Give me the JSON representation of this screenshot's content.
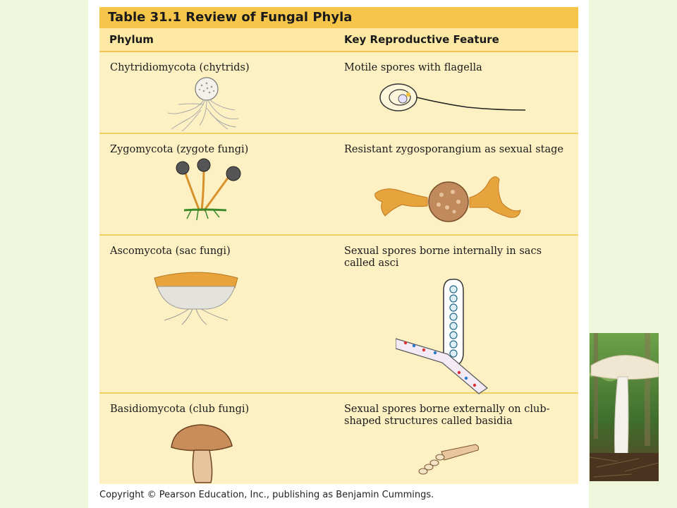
{
  "table": {
    "title": "Table 31.1 Review of Fungal Phyla",
    "headers": {
      "phylum": "Phylum",
      "feature": "Key Reproductive Feature"
    },
    "rows": [
      {
        "phylum": "Chytridiomycota (chytrids)",
        "feature": "Motile spores with flagella"
      },
      {
        "phylum": "Zygomycota (zygote fungi)",
        "feature": "Resistant zygosporangium as sexual stage"
      },
      {
        "phylum": "Ascomycota (sac fungi)",
        "feature": "Sexual spores borne internally in sacs called asci"
      },
      {
        "phylum": "Basidiomycota (club fungi)",
        "feature": "Sexual spores borne externally on club-shaped structures called basidia"
      }
    ]
  },
  "copyright": "Copyright © Pearson Education, Inc., publishing as Benjamin Cummings.",
  "colors": {
    "title_bar": "#f6c64a",
    "header_bar": "#fde9a4",
    "row_bg": "#fdf1c4",
    "slide_bg": "#eef7dc"
  }
}
